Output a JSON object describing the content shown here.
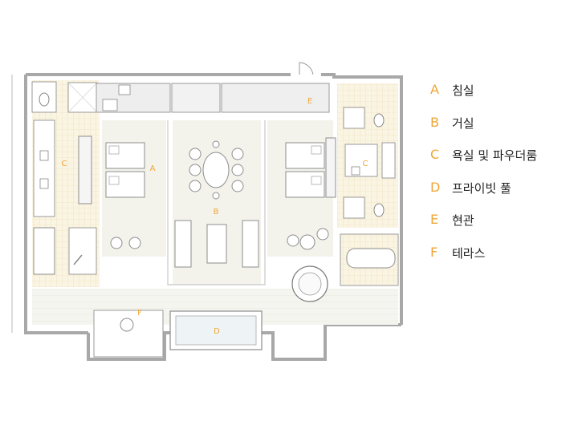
{
  "colors": {
    "accent": "#f0a637",
    "wall": "#a8a8a8",
    "tile": "#faf4e3",
    "floor": "#f1f1e8"
  },
  "plan_labels": {
    "bedroom": "A",
    "living": "B",
    "bath_left": "C",
    "bath_right": "C",
    "pool": "D",
    "entrance": "E",
    "terrace": "F"
  },
  "legend": [
    {
      "letter": "A",
      "text": "침실"
    },
    {
      "letter": "B",
      "text": "거실"
    },
    {
      "letter": "C",
      "text": "욕실 및 파우더룸"
    },
    {
      "letter": "D",
      "text": "프라이빗 풀"
    },
    {
      "letter": "E",
      "text": "현관"
    },
    {
      "letter": "F",
      "text": "테라스"
    }
  ]
}
